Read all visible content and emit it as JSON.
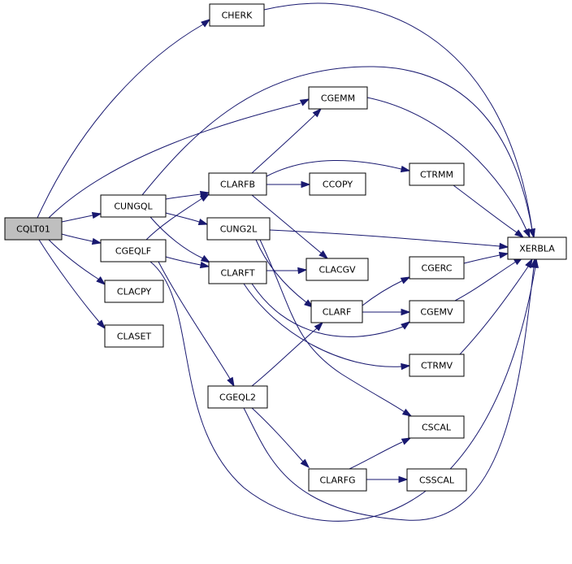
{
  "diagram": {
    "type": "call-graph",
    "edge_color": "#191970",
    "root_fill": "#bfbfbf",
    "node_fill": "#ffffff",
    "nodes": [
      {
        "id": "CQLT01",
        "label": "CQLT01",
        "root": true
      },
      {
        "id": "CHERK",
        "label": "CHERK"
      },
      {
        "id": "CGEMM",
        "label": "CGEMM"
      },
      {
        "id": "CUNGQL",
        "label": "CUNGQL"
      },
      {
        "id": "CLARFB",
        "label": "CLARFB"
      },
      {
        "id": "CCOPY",
        "label": "CCOPY"
      },
      {
        "id": "CTRMM",
        "label": "CTRMM"
      },
      {
        "id": "CUNG2L",
        "label": "CUNG2L"
      },
      {
        "id": "CGEQLF",
        "label": "CGEQLF"
      },
      {
        "id": "CLARFT",
        "label": "CLARFT"
      },
      {
        "id": "CLACGV",
        "label": "CLACGV"
      },
      {
        "id": "CLACPY",
        "label": "CLACPY"
      },
      {
        "id": "CLASET",
        "label": "CLASET"
      },
      {
        "id": "CLARF",
        "label": "CLARF"
      },
      {
        "id": "CGERC",
        "label": "CGERC"
      },
      {
        "id": "CGEMV",
        "label": "CGEMV"
      },
      {
        "id": "CTRMV",
        "label": "CTRMV"
      },
      {
        "id": "CGEQL2",
        "label": "CGEQL2"
      },
      {
        "id": "CSCAL",
        "label": "CSCAL"
      },
      {
        "id": "CLARFG",
        "label": "CLARFG"
      },
      {
        "id": "CSSCAL",
        "label": "CSSCAL"
      },
      {
        "id": "XERBLA",
        "label": "XERBLA"
      }
    ],
    "edges": [
      {
        "from": "CQLT01",
        "to": "CHERK"
      },
      {
        "from": "CQLT01",
        "to": "CGEMM"
      },
      {
        "from": "CQLT01",
        "to": "CUNGQL"
      },
      {
        "from": "CQLT01",
        "to": "CGEQLF"
      },
      {
        "from": "CQLT01",
        "to": "CLACPY"
      },
      {
        "from": "CQLT01",
        "to": "CLASET"
      },
      {
        "from": "CHERK",
        "to": "XERBLA"
      },
      {
        "from": "CGEMM",
        "to": "XERBLA"
      },
      {
        "from": "CUNGQL",
        "to": "CLARFB"
      },
      {
        "from": "CUNGQL",
        "to": "CUNG2L"
      },
      {
        "from": "CUNGQL",
        "to": "CLARFT"
      },
      {
        "from": "CUNGQL",
        "to": "XERBLA"
      },
      {
        "from": "CGEQLF",
        "to": "CLARFB"
      },
      {
        "from": "CGEQLF",
        "to": "CLARFT"
      },
      {
        "from": "CGEQLF",
        "to": "CGEQL2"
      },
      {
        "from": "CGEQLF",
        "to": "XERBLA"
      },
      {
        "from": "CLARFB",
        "to": "CGEMM"
      },
      {
        "from": "CLARFB",
        "to": "CCOPY"
      },
      {
        "from": "CLARFB",
        "to": "CTRMM"
      },
      {
        "from": "CLARFB",
        "to": "CLACGV"
      },
      {
        "from": "CTRMM",
        "to": "XERBLA"
      },
      {
        "from": "CUNG2L",
        "to": "XERBLA"
      },
      {
        "from": "CUNG2L",
        "to": "CLARF"
      },
      {
        "from": "CUNG2L",
        "to": "CSCAL"
      },
      {
        "from": "CLARFT",
        "to": "CLACGV"
      },
      {
        "from": "CLARFT",
        "to": "CGEMV"
      },
      {
        "from": "CLARFT",
        "to": "CTRMV"
      },
      {
        "from": "CLARF",
        "to": "CGERC"
      },
      {
        "from": "CLARF",
        "to": "CGEMV"
      },
      {
        "from": "CGERC",
        "to": "XERBLA"
      },
      {
        "from": "CGEMV",
        "to": "XERBLA"
      },
      {
        "from": "CTRMV",
        "to": "XERBLA"
      },
      {
        "from": "CGEQL2",
        "to": "CLARF"
      },
      {
        "from": "CGEQL2",
        "to": "CLARFG"
      },
      {
        "from": "CGEQL2",
        "to": "XERBLA"
      },
      {
        "from": "CLARFG",
        "to": "CSCAL"
      },
      {
        "from": "CLARFG",
        "to": "CSSCAL"
      }
    ]
  }
}
